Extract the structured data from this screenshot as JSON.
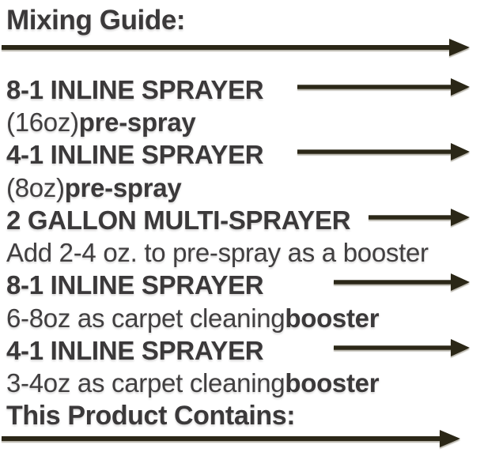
{
  "colors": {
    "background": "#ffffff",
    "text": "#3b393a",
    "arrow": "#2b2717"
  },
  "heading": {
    "title": "Mixing Guide:"
  },
  "footer": {
    "title": "This Product Contains:"
  },
  "icons": {
    "arrow": "right-arrow"
  },
  "entries": [
    {
      "product": "8-1 INLINE SPRAYER",
      "detail_regular": "(16oz) ",
      "detail_bold": "pre-spray"
    },
    {
      "product": "4-1 INLINE SPRAYER",
      "detail_regular": "(8oz) ",
      "detail_bold": "pre-spray"
    },
    {
      "product": "2 GALLON MULTI-SPRAYER",
      "detail_regular": "Add 2-4 oz. to pre-spray as a booster",
      "detail_bold": ""
    },
    {
      "product": "8-1 INLINE SPRAYER",
      "detail_regular": "6-8oz as carpet cleaning ",
      "detail_bold": "booster"
    },
    {
      "product": "4-1 INLINE SPRAYER",
      "detail_regular": "3-4oz as carpet cleaning ",
      "detail_bold": "booster"
    }
  ]
}
